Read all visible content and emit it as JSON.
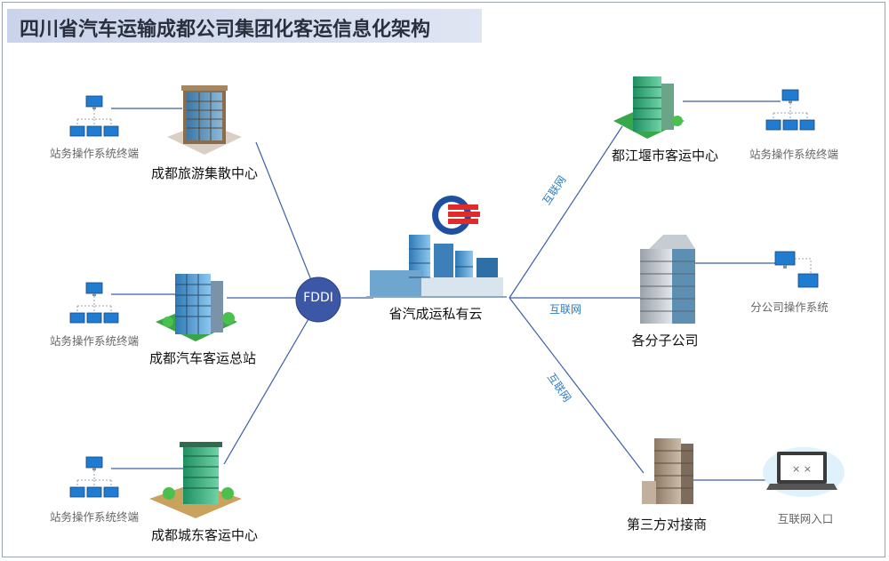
{
  "title": "四川省汽车运输成都公司集团化客运信息化架构",
  "hub": {
    "label": "FDDI"
  },
  "cloud": {
    "label": "省汽成运私有云"
  },
  "left_nodes": [
    {
      "label": "成都旅游集散中心",
      "terminal": "站务操作系统终端"
    },
    {
      "label": "成都汽车客运总站",
      "terminal": "站务操作系统终端"
    },
    {
      "label": "成都城东客运中心",
      "terminal": "站务操作系统终端"
    }
  ],
  "right_nodes": [
    {
      "label": "都江堰市客运中心",
      "terminal": "站务操作系统终端",
      "link": "互联网"
    },
    {
      "label": "各分子公司",
      "terminal": "分公司操作系统",
      "link": "互联网"
    },
    {
      "label": "第三方对接商",
      "terminal": "互联网入口",
      "link": "互联网"
    }
  ],
  "colors": {
    "line": "#3b5fa8",
    "hub": "#3b57a6",
    "link_text": "#2b7cc3"
  }
}
